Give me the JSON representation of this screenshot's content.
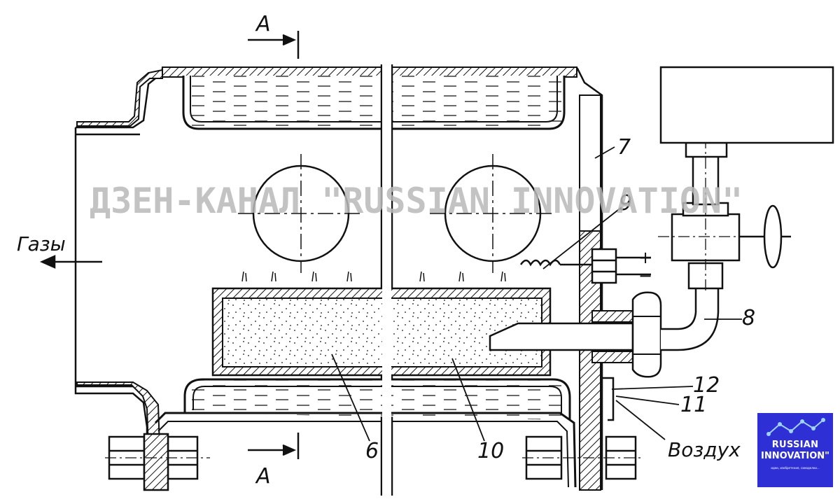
{
  "watermark": "ДЗЕН-КАНАЛ \"RUSSIAN INNOVATION\"",
  "section": {
    "top": "A",
    "bottom": "A"
  },
  "labels": {
    "gases": "Газы",
    "air": "Воздух",
    "plus": "+",
    "minus": "−",
    "n6": "6",
    "n7": "7",
    "n8": "8",
    "n9": "9",
    "n10": "10",
    "n11": "11",
    "n12": "12"
  },
  "logo": {
    "line1": "RUSSIAN",
    "line2": "INNOVATION\"",
    "tagline": "идеи, изобретения, самоделки...",
    "color": "#2f2fd6"
  }
}
